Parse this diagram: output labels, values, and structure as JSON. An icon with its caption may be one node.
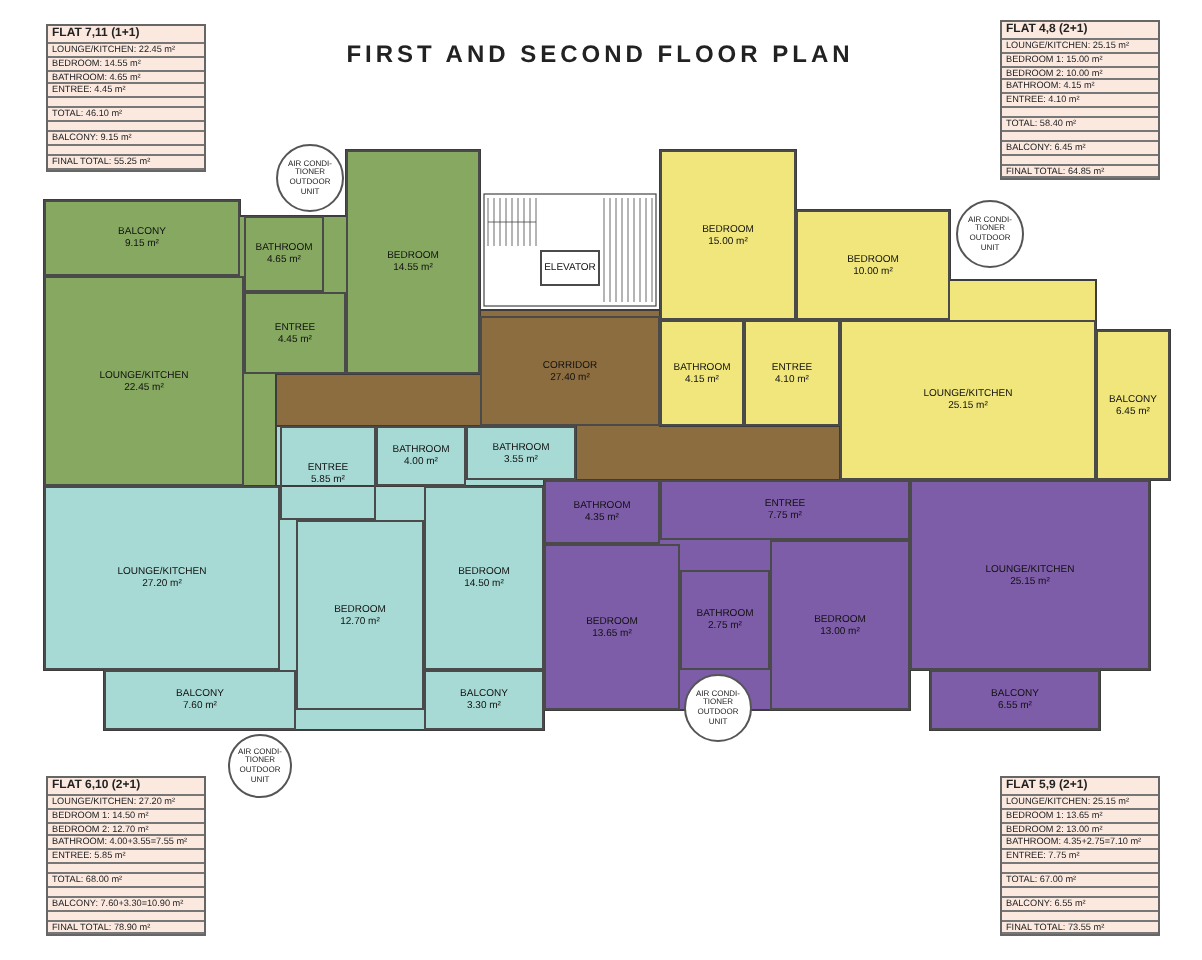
{
  "diagram": {
    "title": "FIRST AND SECOND FLOOR PLAN",
    "nodes": [
      {
        "text": [
          "BALCONY",
          "9.15 m²"
        ]
      },
      {
        "text": [
          "BATHROOM",
          "4.65 m²"
        ]
      },
      {
        "text": [
          "BEDROOM",
          "14.55 m²"
        ]
      },
      {
        "text": [
          "LOUNGE/KITCHEN",
          "22.45 m²"
        ]
      },
      {
        "text": [
          "ENTREE",
          "4.45 m²"
        ]
      },
      {
        "text": [
          "ELEVATOR"
        ]
      },
      {
        "text": [
          "CORRIDOR",
          "27.40 m²"
        ]
      },
      {
        "text": [
          "BEDROOM",
          "15.00 m²"
        ]
      },
      {
        "text": [
          "BEDROOM",
          "10.00 m²"
        ]
      },
      {
        "text": [
          "BATHROOM",
          "4.15 m²"
        ]
      },
      {
        "text": [
          "ENTREE",
          "4.10 m²"
        ]
      },
      {
        "text": [
          "LOUNGE/KITCHEN",
          "25.15 m²"
        ]
      },
      {
        "text": [
          "BALCONY",
          "6.45 m²"
        ]
      },
      {
        "text": [
          "LOUNGE/KITCHEN",
          "27.20 m²"
        ]
      },
      {
        "text": [
          "ENTREE",
          "5.85 m²"
        ]
      },
      {
        "text": [
          "BATHROOM",
          "4.00 m²"
        ]
      },
      {
        "text": [
          "BATHROOM",
          "3.55 m²"
        ]
      },
      {
        "text": [
          "BEDROOM",
          "12.70 m²"
        ]
      },
      {
        "text": [
          "BEDROOM",
          "14.50 m²"
        ]
      },
      {
        "text": [
          "BALCONY",
          "7.60 m²"
        ]
      },
      {
        "text": [
          "BALCONY",
          "3.30 m²"
        ]
      },
      {
        "text": [
          "BATHROOM",
          "4.35 m²"
        ]
      },
      {
        "text": [
          "ENTREE",
          "7.75 m²"
        ]
      },
      {
        "text": [
          "BEDROOM",
          "13.65 m²"
        ]
      },
      {
        "text": [
          "BATHROOM",
          "2.75 m²"
        ]
      },
      {
        "text": [
          "BEDROOM",
          "13.00 m²"
        ]
      },
      {
        "text": [
          "LOUNGE/KITCHEN",
          "25.15 m²"
        ]
      },
      {
        "text": [
          "BALCONY",
          "6.55 m²"
        ]
      },
      {
        "text": [
          "AIR CONDI- TIONER OUTDOOR UNIT"
        ]
      },
      {
        "text": [
          "AIR CONDI- TIONER OUTDOOR UNIT"
        ]
      },
      {
        "text": [
          "AIR CONDI- TIONER OUTDOOR UNIT"
        ]
      },
      {
        "text": [
          "AIR CONDI- TIONER OUTDOOR UNIT"
        ]
      }
    ],
    "labels": [
      "FLAT 7,11 (1+1)",
      "LOUNGE/KITCHEN: 22.45 m²",
      "BEDROOM: 14.55 m²",
      "BATHROOM: 4.65 m²",
      "ENTREE: 4.45 m²",
      "TOTAL: 46.10 m²",
      "BALCONY: 9.15 m²",
      "FINAL TOTAL: 55.25 m²",
      "FLAT 4,8 (2+1)",
      "LOUNGE/KITCHEN: 25.15 m²",
      "BEDROOM 1: 15.00 m²",
      "BEDROOM 2: 10.00 m²",
      "BATHROOM: 4.15 m²",
      "ENTREE: 4.10 m²",
      "TOTAL: 58.40 m²",
      "BALCONY: 6.45 m²",
      "FINAL TOTAL: 64.85 m²",
      "FLAT 6,10 (2+1)",
      "LOUNGE/KITCHEN: 27.20 m²",
      "BEDROOM 1: 14.50 m²",
      "BEDROOM 2: 12.70 m²",
      "BATHROOM: 4.00+3.55=7.55 m²",
      "ENTREE: 5.85 m²",
      "TOTAL: 68.00 m²",
      "BALCONY: 7.60+3.30=10.90 m²",
      "FINAL TOTAL: 78.90 m²",
      "FLAT 5,9 (2+1)",
      "LOUNGE/KITCHEN: 25.15 m²",
      "BEDROOM 1: 13.65 m²",
      "BEDROOM 2: 13.00 m²",
      "BATHROOM: 4.35+2.75=7.10 m²",
      "ENTREE: 7.75 m²",
      "TOTAL: 67.00 m²",
      "BALCONY: 6.55 m²",
      "FINAL TOTAL: 73.55 m²"
    ]
  }
}
